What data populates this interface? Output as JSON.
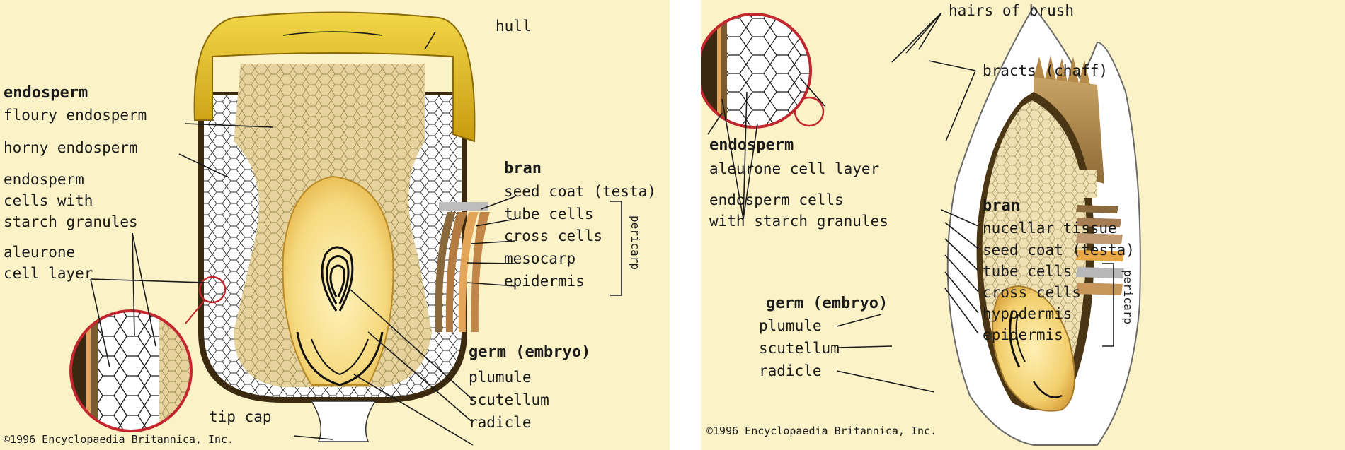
{
  "left": {
    "labels": {
      "hull": "hull",
      "endosperm": "endosperm",
      "floury_endosperm": "floury endosperm",
      "horny_endosperm": "horny endosperm",
      "endosperm_cells_1": "endosperm",
      "endosperm_cells_2": "cells with",
      "endosperm_cells_3": "starch granules",
      "aleurone_1": "aleurone",
      "aleurone_2": "cell layer",
      "bran": "bran",
      "seed_coat": "seed coat (testa)",
      "tube_cells": "tube cells",
      "cross_cells": "cross cells",
      "mesocarp": "mesocarp",
      "epidermis": "epidermis",
      "pericarp": "pericarp",
      "germ": "germ (embryo)",
      "plumule": "plumule",
      "scutellum": "scutellum",
      "radicle": "radicle",
      "tip_cap": "tip cap",
      "copyright": "©1996 Encyclopaedia Britannica, Inc."
    }
  },
  "right": {
    "labels": {
      "hairs_of_brush": "hairs of brush",
      "bracts": "bracts (chaff)",
      "endosperm": "endosperm",
      "aleurone": "aleurone cell layer",
      "endosperm_cells_1": "endosperm cells",
      "endosperm_cells_2": "with starch granules",
      "bran": "bran",
      "nucellar": "nucellar tissue",
      "seed_coat": "seed coat (testa)",
      "tube_cells": "tube cells",
      "cross_cells": "cross cells",
      "hypodermis": "hypodermis",
      "epidermis": "epidermis",
      "pericarp": "pericarp",
      "germ": "germ (embryo)",
      "plumule": "plumule",
      "scutellum": "scutellum",
      "radicle": "radicle",
      "copyright": "©1996 Encyclopaedia Britannica, Inc."
    }
  },
  "colors": {
    "background": "#fbf2c8",
    "hull": "#e1bf1e",
    "endosperm_tan": "#e8d7a2",
    "cells_white": "#ffffff",
    "germ": "#f5d77c",
    "bran_brown": "#a8774a",
    "magnifier_ring": "#c2262e"
  }
}
